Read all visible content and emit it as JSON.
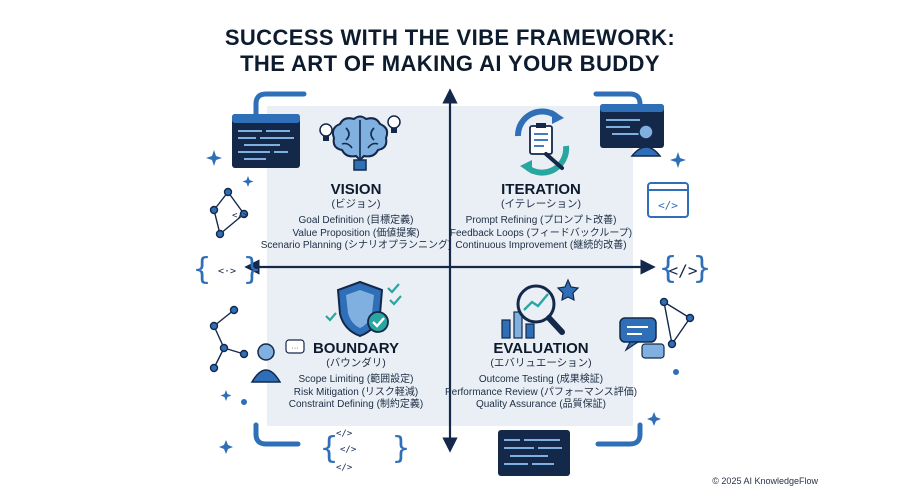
{
  "header": {
    "line1": "SUCCESS WITH THE VIBE FRAMEWORK:",
    "line2": "THE ART OF MAKING AI YOUR BUDDY"
  },
  "quadrants": {
    "vision": {
      "title": "VISION",
      "subtitle": "(ビジョン)",
      "items": [
        "Goal Definition (目標定義)",
        "Value Proposition (価値提案)",
        "Scenario Planning (シナリオプランニング)"
      ]
    },
    "iteration": {
      "title": "ITERATION",
      "subtitle": "(イテレーション)",
      "items": [
        "Prompt Refining (プロンプト改善)",
        "Feedback Loops (フィードバックループ)",
        "Continuous Improvement (継続的改善)"
      ]
    },
    "boundary": {
      "title": "BOUNDARY",
      "subtitle": "(バウンダリ)",
      "items": [
        "Scope Limiting (範囲設定)",
        "Risk Mitigation (リスク軽減)",
        "Constraint Defining (制約定義)"
      ]
    },
    "evaluation": {
      "title": "EVALUATION",
      "subtitle": "(エバリュエーション)",
      "items": [
        "Outcome Testing (成果検証)",
        "Performance Review (パフォーマンス評価)",
        "Quality Assurance (品質保証)"
      ]
    }
  },
  "code_symbols": {
    "tag": "</>",
    "brackets_inline": "<·>"
  },
  "footer": {
    "copyright": "© 2025 AI KnowledgeFlow"
  },
  "colors": {
    "navy": "#14284a",
    "blue": "#2e6fb8",
    "light_blue": "#7fb0e0",
    "quadrant_bg": "#e9eff5",
    "teal": "#2aa6a1"
  }
}
